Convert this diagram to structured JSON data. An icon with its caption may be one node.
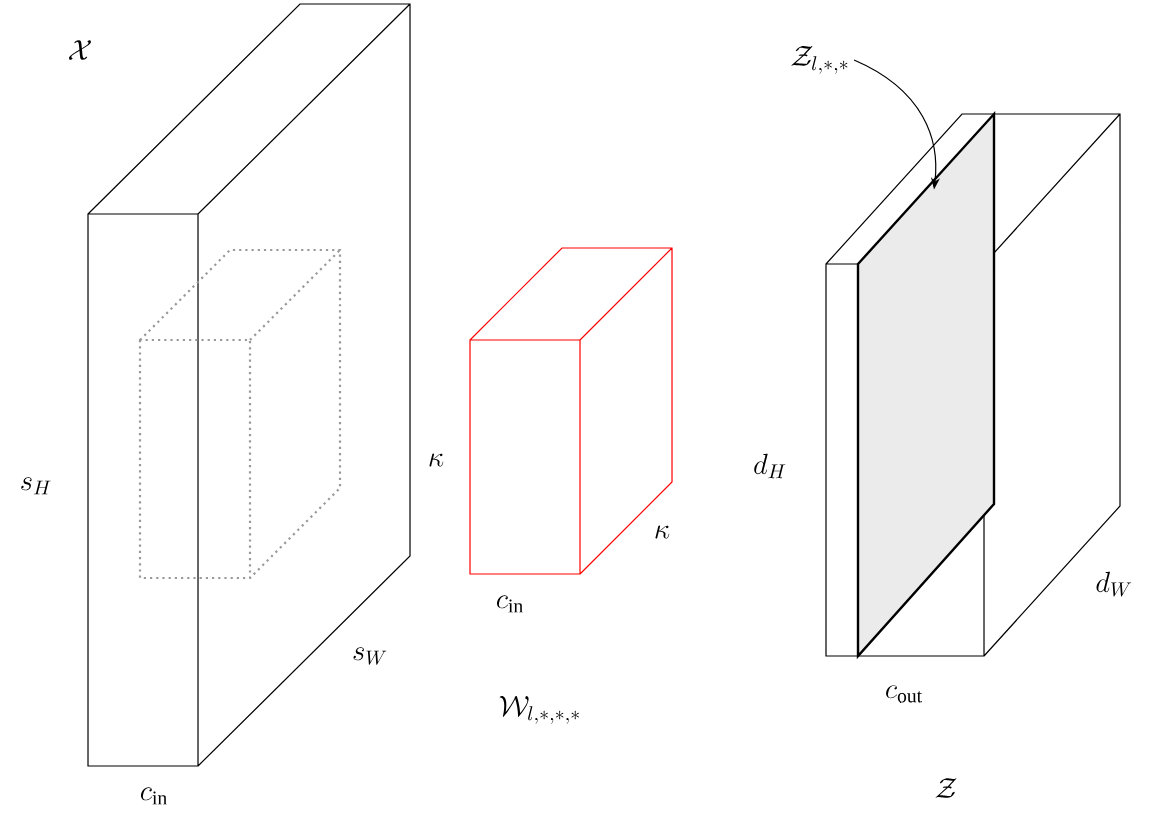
{
  "diagram": {
    "nodes": [
      {
        "text": [
          "\\mathcal{Z}_{l,*,*}"
        ]
      },
      {
        "text": [],
        "shape": "box"
      }
    ],
    "edges": [
      {
        "from": 0,
        "to": 1,
        "arrow": "to"
      }
    ],
    "labels": [
      "\\mathcal{X}",
      "s_H",
      "\\kappa",
      "\\kappa",
      "d_H",
      "c_{\\mathrm{in}}",
      "d_W",
      "s_W",
      "c_{\\mathrm{out}}",
      "\\mathcal{W}_{l,*,*,*}",
      "c_{\\mathrm{in}}",
      "\\mathcal{Z}"
    ]
  }
}
